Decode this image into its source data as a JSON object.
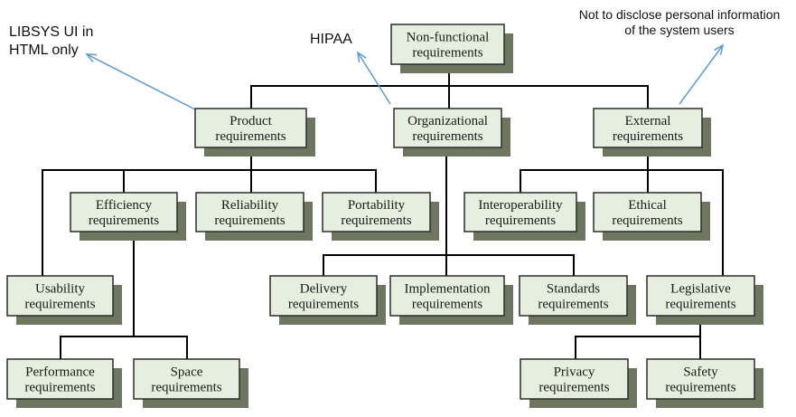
{
  "colors": {
    "box_fill": "#e6efdf",
    "box_stroke": "#2b2b2b",
    "shadow": "#6f7660",
    "connector": "#000000",
    "arrow": "#5b9bd5"
  },
  "nodes": {
    "nonfunctional": [
      "Non-functional",
      "requirements"
    ],
    "product": [
      "Product",
      "requirements"
    ],
    "organizational": [
      "Organizational",
      "requirements"
    ],
    "external": [
      "External",
      "requirements"
    ],
    "efficiency": [
      "Efficiency",
      "requirements"
    ],
    "reliability": [
      "Reliability",
      "requirements"
    ],
    "portability": [
      "Portability",
      "requirements"
    ],
    "interoperability": [
      "Interoperability",
      "requirements"
    ],
    "ethical": [
      "Ethical",
      "requirements"
    ],
    "usability": [
      "Usability",
      "requirements"
    ],
    "delivery": [
      "Delivery",
      "requirements"
    ],
    "implementation": [
      "Implementation",
      "requirements"
    ],
    "standards": [
      "Standards",
      "requirements"
    ],
    "legislative": [
      "Legislative",
      "requirements"
    ],
    "performance": [
      "Performance",
      "requirements"
    ],
    "space": [
      "Space",
      "requirements"
    ],
    "privacy": [
      "Privacy",
      "requirements"
    ],
    "safety": [
      "Safety",
      "requirements"
    ]
  },
  "annotations": {
    "libsys": [
      "LIBSYS UI in",
      "HTML only"
    ],
    "hipaa": [
      "HIPAA"
    ],
    "privacy_note": [
      "Not to disclose personal information",
      "of the system users"
    ]
  }
}
